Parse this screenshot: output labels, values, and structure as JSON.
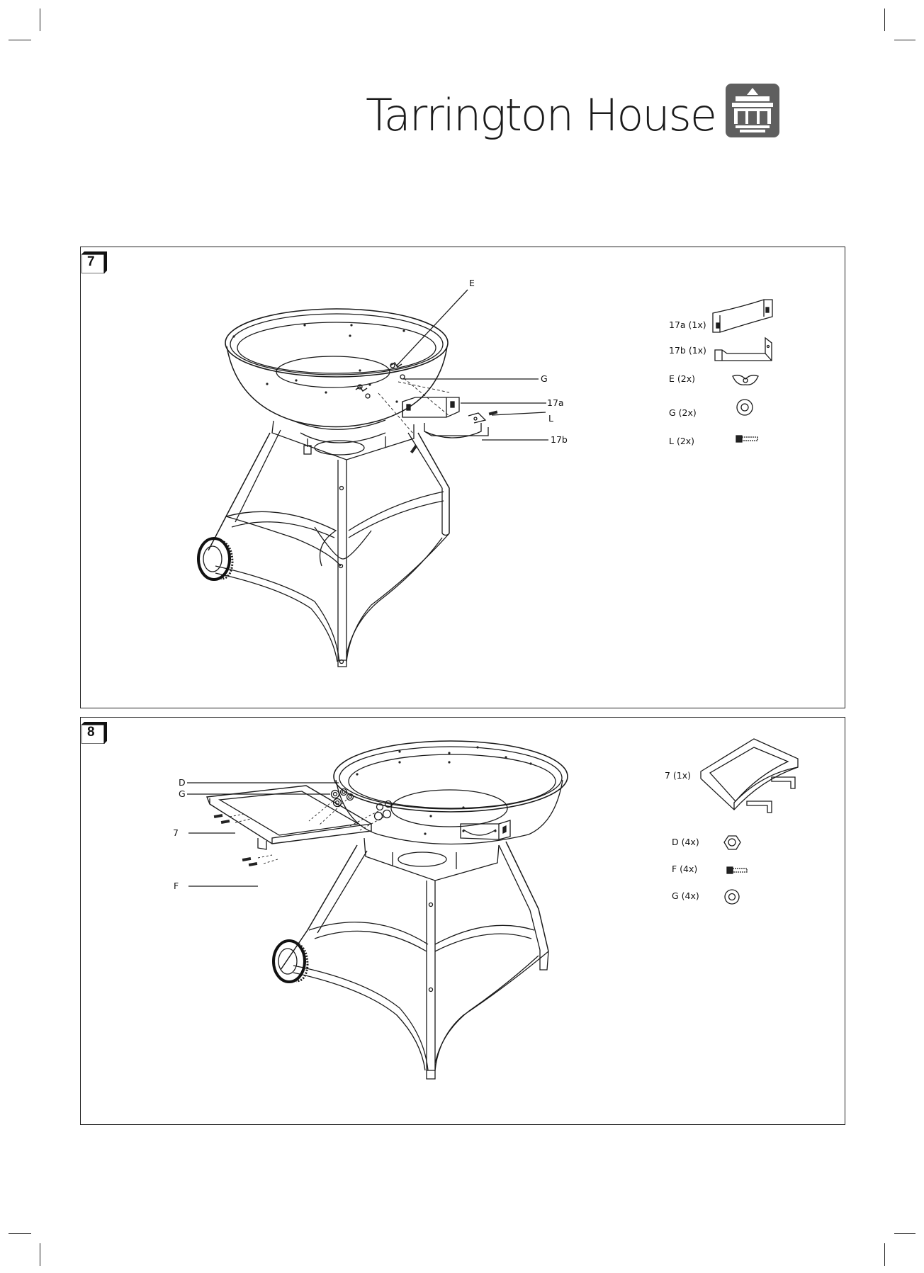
{
  "header": {
    "brand_name": "Tarrington House",
    "logo_icon": "house-logo-icon"
  },
  "step7": {
    "number": "7",
    "callouts": {
      "E": "E",
      "G": "G",
      "a17": "17a",
      "L": "L",
      "b17": "17b"
    },
    "parts": [
      {
        "label": "17a (1x)",
        "icon": "bracket-strap-icon"
      },
      {
        "label": "17b (1x)",
        "icon": "bracket-u-icon"
      },
      {
        "label": "E (2x)",
        "icon": "wing-nut-icon"
      },
      {
        "label": "G (2x)",
        "icon": "washer-icon"
      },
      {
        "label": "L (2x)",
        "icon": "bolt-icon"
      }
    ]
  },
  "step8": {
    "number": "8",
    "callouts": {
      "D": "D",
      "G": "G",
      "s7": "7",
      "F": "F"
    },
    "parts": [
      {
        "label": "7 (1x)",
        "icon": "side-table-icon"
      },
      {
        "label": "D (4x)",
        "icon": "hex-nut-icon"
      },
      {
        "label": "F (4x)",
        "icon": "screw-icon"
      },
      {
        "label": "G (4x)",
        "icon": "washer-icon"
      }
    ]
  }
}
